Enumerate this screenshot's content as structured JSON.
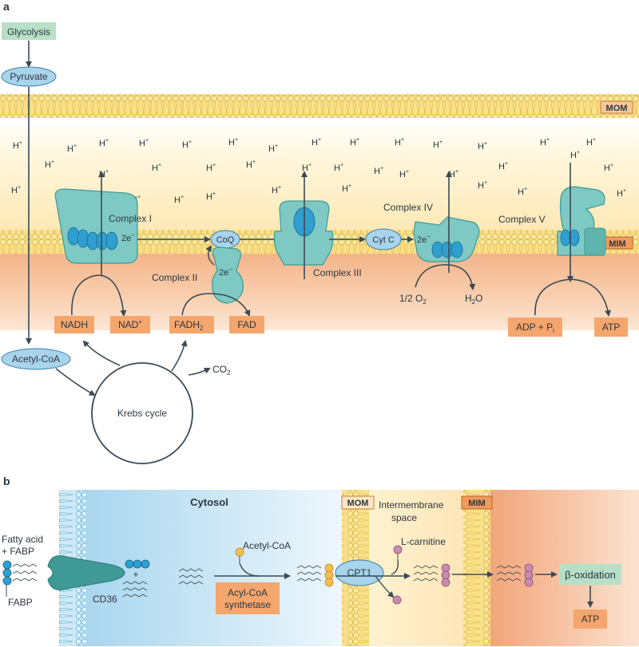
{
  "panel_a": {
    "label": "a",
    "glycolysis": "Glycolysis",
    "pyruvate": "Pyruvate",
    "mom": "MOM",
    "mim": "MIM",
    "hplus": "H",
    "plus": "+",
    "complex1": "Complex I",
    "complex2": "Complex II",
    "complex3": "Complex III",
    "complex4": "Complex IV",
    "complex5": "Complex V",
    "two_e": "2e",
    "minus": "−",
    "coq": "CoQ",
    "cytc": "Cyt C",
    "half_o2": "1/2 O",
    "o2_sub": "2",
    "h2o_h": "H",
    "h2o_sub": "2",
    "h2o_o": "O",
    "nadh": "NADH",
    "nad": "NAD",
    "fadh2": "FADH",
    "fadh2_sub": "2",
    "fad": "FAD",
    "adp_pi": "ADP + P",
    "pi_sub": "i",
    "atp": "ATP",
    "acetyl_coa": "Acetyl-CoA",
    "krebs": "Krebs cycle",
    "co2": "CO",
    "co2_sub": "2"
  },
  "panel_b": {
    "label": "b",
    "cytosol": "Cytosol",
    "mom": "MOM",
    "mim": "MIM",
    "intermembrane": "Intermembrane",
    "space": "space",
    "fatty_acid": "Fatty acid",
    "fabp_plus": "+ FABP",
    "fabp": "FABP",
    "cd36": "CD36",
    "plus": "+",
    "acetyl_coa": "Acetyl-CoA",
    "acyl_coa_1": "Acyl-CoA",
    "acyl_coa_2": "synthetase",
    "cpt1": "CPT1",
    "l_carnitine": "L-carnitine",
    "beta_ox": "β-oxidation",
    "atp": "ATP"
  },
  "colors": {
    "arrow": "#3a4a55",
    "protein": "#7ec9c3",
    "protein_dark": "#3f9a95",
    "blue_oval": "#a8d4ec",
    "bead": "#2f9fd0",
    "orange_box": "#f5a66d",
    "green_box": "#b7e0c6",
    "membrane_yellow": "#fbe08a",
    "matrix": "#f6c09a"
  }
}
